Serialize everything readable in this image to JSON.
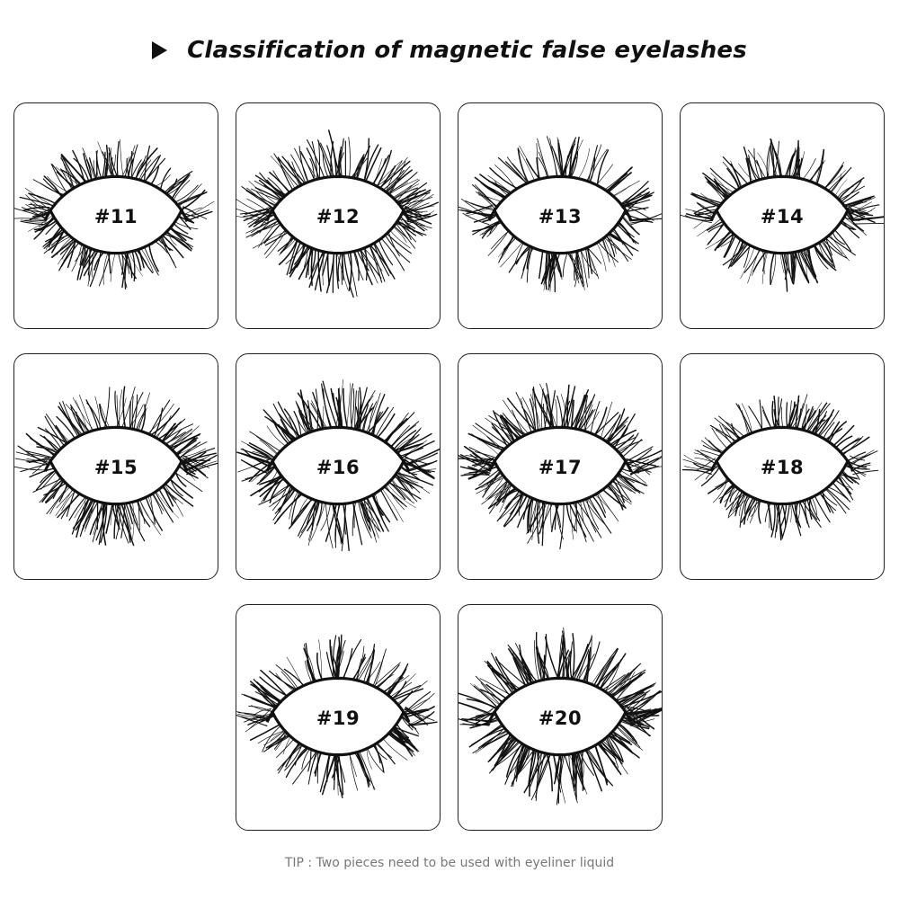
{
  "header": {
    "title": "Classification of magnetic false eyelashes",
    "bullet_icon": "play-triangle-icon"
  },
  "products": [
    {
      "code": "#11"
    },
    {
      "code": "#12"
    },
    {
      "code": "#13"
    },
    {
      "code": "#14"
    },
    {
      "code": "#15"
    },
    {
      "code": "#16"
    },
    {
      "code": "#17"
    },
    {
      "code": "#18"
    },
    {
      "code": "#19"
    },
    {
      "code": "#20"
    }
  ],
  "footer": {
    "tip": "TIP : Two pieces need to be used with eyeliner liquid"
  },
  "colors": {
    "lash": "#111111",
    "border": "#222222",
    "tip_text": "#777777"
  }
}
